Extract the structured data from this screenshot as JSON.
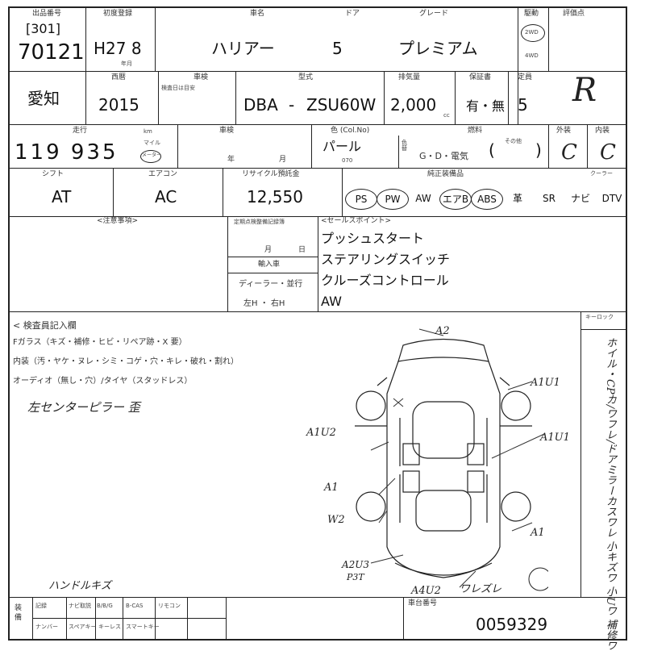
{
  "header": {
    "lot_label": "出品番号",
    "lot_code": "[301]",
    "lot_number": "70121",
    "first_reg_label": "初度登録",
    "first_reg_value": "H27 8",
    "first_reg_unit": "年月",
    "model_label": "車名",
    "model_value": "ハリアー",
    "doors_label": "ドア",
    "doors_value": "5",
    "grade_label": "グレード",
    "grade_value": "プレミアム",
    "drive_label": "駆動",
    "drive_2wd": "2WD",
    "drive_4wd": "4WD",
    "score_label": "評価点",
    "score_value": "R"
  },
  "row2": {
    "region": "愛知",
    "model_year_label": "西暦",
    "model_year_value": "2015",
    "inspection_label": "車検",
    "inspection_sub": "検査日は目安",
    "type_label": "型式",
    "type_prefix": "DBA",
    "type_dash": "-",
    "type_value": "ZSU60W",
    "cc_label": "排気量",
    "cc_value": "2,000",
    "cc_unit": "cc",
    "warranty_label": "保証書",
    "warranty_value": "有・無",
    "capacity_label": "定員",
    "capacity_value": "5"
  },
  "row3": {
    "mileage_label": "走行",
    "mileage_value": "119 935",
    "mileage_unit": "km",
    "mileage_note": "メーター",
    "mileage_unit2": "マイル",
    "valid_label": "車検",
    "valid_year": "年",
    "valid_month": "月",
    "color_label": "色 (Col.No)",
    "color_value": "パール",
    "color_code": "070",
    "color_change_label": "色替",
    "fuel_label": "燃料",
    "fuel_value": "G・D・電気",
    "fuel_other": "その他",
    "exterior_label": "外装",
    "exterior_value": "C",
    "interior_label": "内装",
    "interior_value": "C"
  },
  "row4": {
    "shift_label": "シフト",
    "shift_value": "AT",
    "ac_label": "エアコン",
    "ac_value": "AC",
    "recycle_label": "リサイクル預託金",
    "recycle_value": "12,550",
    "equip_label": "純正装備品",
    "equip_items": [
      "PS",
      "PW",
      "AW",
      "エアB",
      "ABS",
      "革",
      "SR",
      "ナビ",
      "DTV"
    ],
    "equip_circled": [
      true,
      true,
      false,
      true,
      true,
      false,
      false,
      false,
      false
    ],
    "cooler_label": "クーラー"
  },
  "row5": {
    "notes_label": "<注意事項>",
    "maint_label": "定期点検整備記録簿",
    "maint_month": "月",
    "maint_day": "日",
    "import_label": "輸入車",
    "import_dealer": "ディーラー・並行",
    "import_steer": "左H ・ 右H",
    "selling_label": "<セールスポイント>",
    "selling_points": [
      "プッシュスタート",
      "ステアリングスイッチ",
      "クルーズコントロール",
      "AW"
    ]
  },
  "inspection": {
    "title": "< 検査員記入欄",
    "glass_line": "Fガラス（キズ・補修・ヒビ・リペア跡・X 要）",
    "interior_line": "内装（汚・ヤケ・ヌレ・シミ・コゲ・穴・キレ・破れ・割れ）",
    "audio_line": "オーディオ（無し・穴）/タイヤ（スタッドレス）",
    "handwritten_note": "左センターピラー 歪",
    "handle_note": "ハンドルキズ",
    "keylock_label": "キーロック",
    "side_note": "ホイル・CPカ/ワフレ/ドアミラーカスワレ 小キズワ 小Uワ 補修ワ"
  },
  "damage_marks": {
    "a2_top": "A2",
    "a1u1_right_top": "A1U1",
    "a1u2_left": "A1U2",
    "a1u1_right_mid": "A1U1",
    "a1_left": "A1",
    "w2_left": "W2",
    "a1_right_bottom": "A1",
    "a2u3": "A2U3",
    "p3t": "P3T",
    "a4u2": "A4U2",
    "wave_note": "ワレズレ"
  },
  "footer": {
    "equipment_label": "装備",
    "row1": [
      "記録",
      "ナビ取説",
      "B/B/G",
      "B-CAS",
      "リモコン"
    ],
    "row2": [
      "ナンバー",
      "スペアキー",
      "キーレス",
      "スマートキー"
    ],
    "chassis_label": "車台番号",
    "chassis_value": "0059329"
  }
}
